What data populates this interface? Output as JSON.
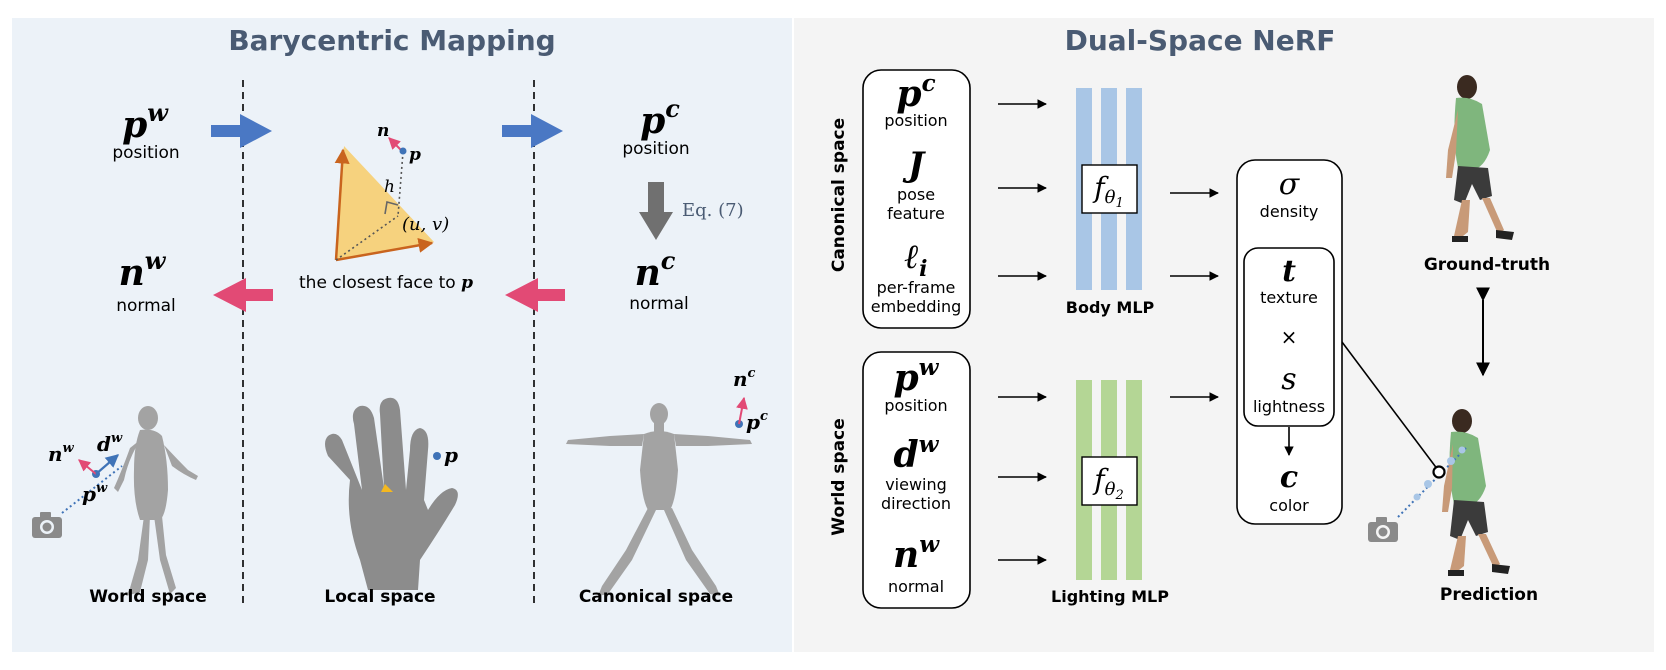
{
  "left_panel": {
    "title": "Barycentric Mapping",
    "world_position": {
      "symbol": "p",
      "superscript": "w",
      "label": "position"
    },
    "canonical_position": {
      "symbol": "p",
      "superscript": "c",
      "label": "position"
    },
    "world_normal": {
      "symbol": "n",
      "superscript": "w",
      "label": "normal"
    },
    "canonical_normal": {
      "symbol": "n",
      "superscript": "c",
      "label": "normal"
    },
    "equation_ref": "Eq. (7)",
    "face_caption": "the closest face to",
    "face_caption_symbol": "p",
    "triangle_labels": {
      "n": "n",
      "p": "p",
      "h": "h",
      "uv": "(u, v)"
    },
    "world_fig": {
      "n": "n",
      "n_sup": "w",
      "d": "d",
      "d_sup": "w",
      "p": "p",
      "p_sup": "w"
    },
    "local_fig": {
      "p": "p"
    },
    "canonical_fig": {
      "n": "n",
      "n_sup": "c",
      "p": "p",
      "p_sup": "c"
    },
    "captions": [
      "World space",
      "Local space",
      "Canonical space"
    ]
  },
  "right_panel": {
    "title": "Dual-Space NeRF",
    "canonical_space_label": "Canonical space",
    "world_space_label": "World space",
    "canonical_inputs": [
      {
        "symbol": "p",
        "superscript": "c",
        "lines": [
          "position"
        ]
      },
      {
        "symbol": "J",
        "superscript": "",
        "lines": [
          "pose",
          "feature"
        ]
      },
      {
        "symbol": "ℓ",
        "subscript": "i",
        "lines": [
          "per-frame",
          "embedding"
        ]
      }
    ],
    "world_inputs": [
      {
        "symbol": "p",
        "superscript": "w",
        "lines": [
          "position"
        ]
      },
      {
        "symbol": "d",
        "superscript": "w",
        "lines": [
          "viewing",
          "direction"
        ]
      },
      {
        "symbol": "n",
        "superscript": "w",
        "lines": [
          "normal"
        ]
      }
    ],
    "body_mlp": {
      "function": "f",
      "sub": "θ",
      "subsub": "1",
      "label": "Body MLP"
    },
    "lighting_mlp": {
      "function": "f",
      "sub": "θ",
      "subsub": "2",
      "label": "Lighting MLP"
    },
    "outputs": {
      "sigma": {
        "symbol": "σ",
        "label": "density"
      },
      "t": {
        "symbol": "t",
        "label": "texture"
      },
      "times": "×",
      "s": {
        "symbol": "s",
        "label": "lightness"
      },
      "c": {
        "symbol": "c",
        "label": "color"
      }
    },
    "ground_truth_label": "Ground-truth",
    "prediction_label": "Prediction"
  },
  "colors": {
    "left_bg": "#ecf2f8",
    "right_bg": "#f4f4f4",
    "title": "#4a5b73",
    "blue_arrow": "#4a78c4",
    "pink_arrow": "#e24a75",
    "triangle_fill": "#f6d27e",
    "triangle_edge": "#c9641e",
    "body_mlp": "#a9c6e6",
    "lighting_mlp": "#b4d695",
    "gray_arrow": "#707070",
    "mesh": "#9a9a9a",
    "dot": "#3f73b7"
  }
}
